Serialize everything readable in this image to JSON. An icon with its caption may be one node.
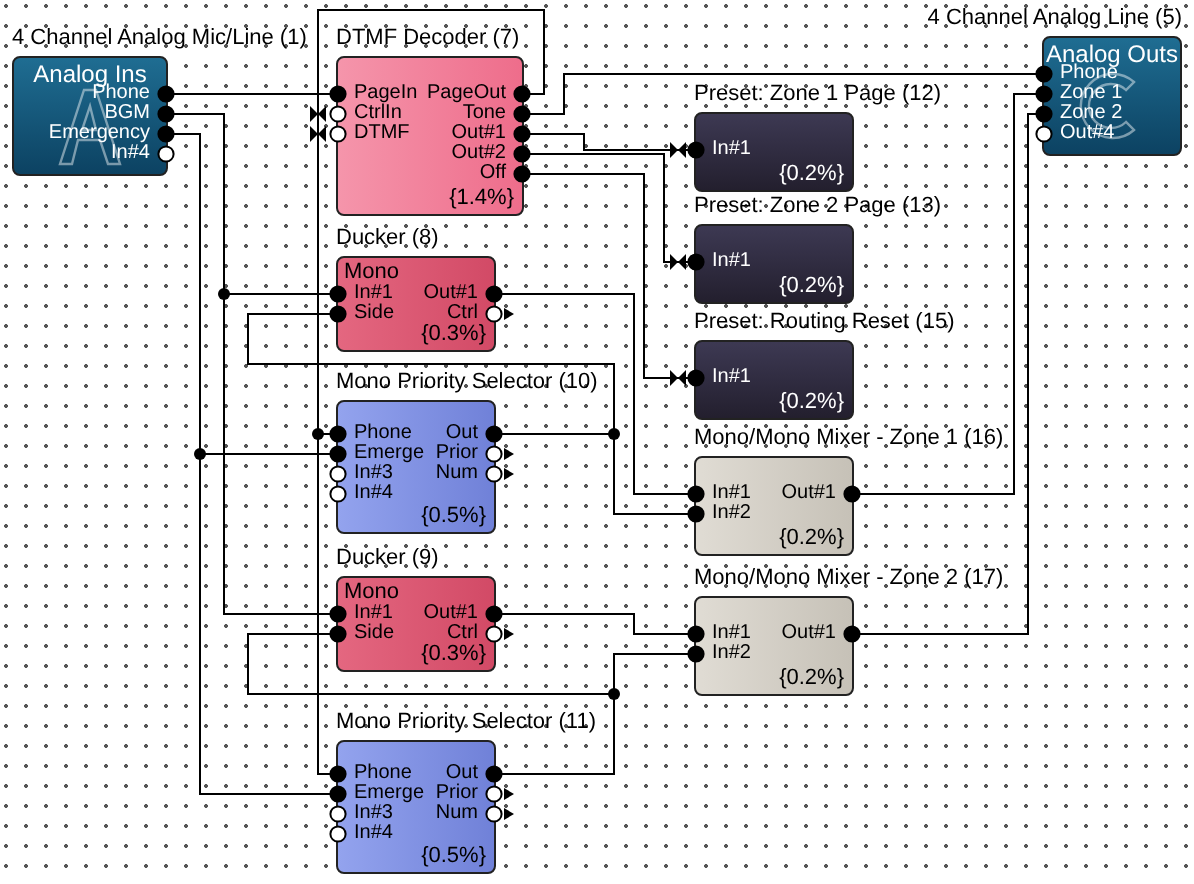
{
  "diagram": {
    "nodes": [
      {
        "text": [
          "4 Channel Analog Mic/Line (1)",
          "Analog Ins",
          "Phone",
          "BGM",
          "Emergency",
          "In#4"
        ]
      },
      {
        "text": [
          "DTMF Decoder (7)",
          "PageIn",
          "CtrlIn",
          "DTMF",
          "PageOut",
          "Tone",
          "Out#1",
          "Out#2",
          "Off",
          "{1.4%}"
        ]
      },
      {
        "text": [
          "Preset: Zone 1 Page (12)",
          "In#1",
          "{0.2%}"
        ]
      },
      {
        "text": [
          "4 Channel Analog Line (5)",
          "Analog Outs",
          "Phone",
          "Zone 1",
          "Zone 2",
          "Out#4"
        ]
      },
      {
        "text": [
          "Preset: Zone 2 Page (13)",
          "In#1",
          "{0.2%}"
        ]
      },
      {
        "text": [
          "Ducker (8)",
          "Mono",
          "In#1",
          "Side",
          "Out#1",
          "Ctrl",
          "{0.3%}"
        ]
      },
      {
        "text": [
          "Preset: Routing Reset (15)",
          "In#1",
          "{0.2%}"
        ]
      },
      {
        "text": [
          "Mono Priority Selector (10)",
          "Phone",
          "Emerge",
          "In#3",
          "In#4",
          "Out",
          "Prior",
          "Num",
          "{0.5%}"
        ]
      },
      {
        "text": [
          "Mono/Mono Mixer - Zone 1 (16)",
          "In#1",
          "In#2",
          "Out#1",
          "{0.2%}"
        ]
      },
      {
        "text": [
          "Ducker (9)",
          "Mono",
          "In#1",
          "Side",
          "Out#1",
          "Ctrl",
          "{0.3%}"
        ]
      },
      {
        "text": [
          "Mono/Mono Mixer - Zone 2 (17)",
          "In#1",
          "In#2",
          "Out#1",
          "{0.2%}"
        ]
      },
      {
        "text": [
          "Mono Priority Selector (11)",
          "Phone",
          "Emerge",
          "In#3",
          "In#4",
          "Out",
          "Prior",
          "Num",
          "{0.5%}"
        ]
      }
    ],
    "edges": [
      {
        "from": 0,
        "to": 1,
        "arrow": "none"
      },
      {
        "from": 1,
        "to": 7,
        "arrow": "none"
      },
      {
        "from": 1,
        "to": 11,
        "arrow": "none"
      },
      {
        "from": 0,
        "to": 5,
        "arrow": "none"
      },
      {
        "from": 0,
        "to": 9,
        "arrow": "none"
      },
      {
        "from": 0,
        "to": 7,
        "arrow": "none"
      },
      {
        "from": 0,
        "to": 11,
        "arrow": "none"
      },
      {
        "from": 1,
        "to": 3,
        "arrow": "none"
      },
      {
        "from": 1,
        "to": 2,
        "arrow": "to"
      },
      {
        "from": 1,
        "to": 4,
        "arrow": "to"
      },
      {
        "from": 1,
        "to": 6,
        "arrow": "to"
      },
      {
        "from": 5,
        "to": 8,
        "arrow": "none"
      },
      {
        "from": 7,
        "to": 5,
        "arrow": "none"
      },
      {
        "from": 7,
        "to": 8,
        "arrow": "none"
      },
      {
        "from": 9,
        "to": 10,
        "arrow": "none"
      },
      {
        "from": 11,
        "to": 9,
        "arrow": "none"
      },
      {
        "from": 11,
        "to": 10,
        "arrow": "none"
      },
      {
        "from": 8,
        "to": 3,
        "arrow": "none"
      },
      {
        "from": 10,
        "to": 3,
        "arrow": "none"
      }
    ]
  }
}
